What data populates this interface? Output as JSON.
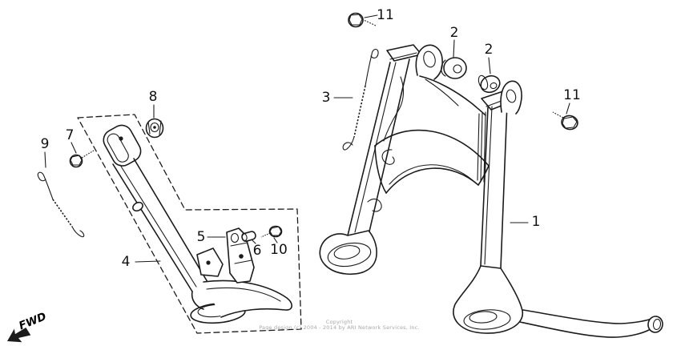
{
  "diagram": {
    "type": "exploded-parts-diagram",
    "subject": "motorcycle main stand and side stand",
    "callouts": [
      {
        "label": "1"
      },
      {
        "label": "2"
      },
      {
        "label": "2"
      },
      {
        "label": "3"
      },
      {
        "label": "4"
      },
      {
        "label": "5"
      },
      {
        "label": "6"
      },
      {
        "label": "7"
      },
      {
        "label": "8"
      },
      {
        "label": "9"
      },
      {
        "label": "10"
      },
      {
        "label": "11"
      },
      {
        "label": "11"
      }
    ],
    "fwd": {
      "label": "FWD"
    },
    "copyright": {
      "line1": "Copyright",
      "line2": "Page design (c) 2004 - 2014 by ARI Network Services, Inc."
    },
    "colors": {
      "line": "#1b1b1b",
      "background": "#ffffff",
      "muted_text": "#a8a8a8"
    }
  }
}
